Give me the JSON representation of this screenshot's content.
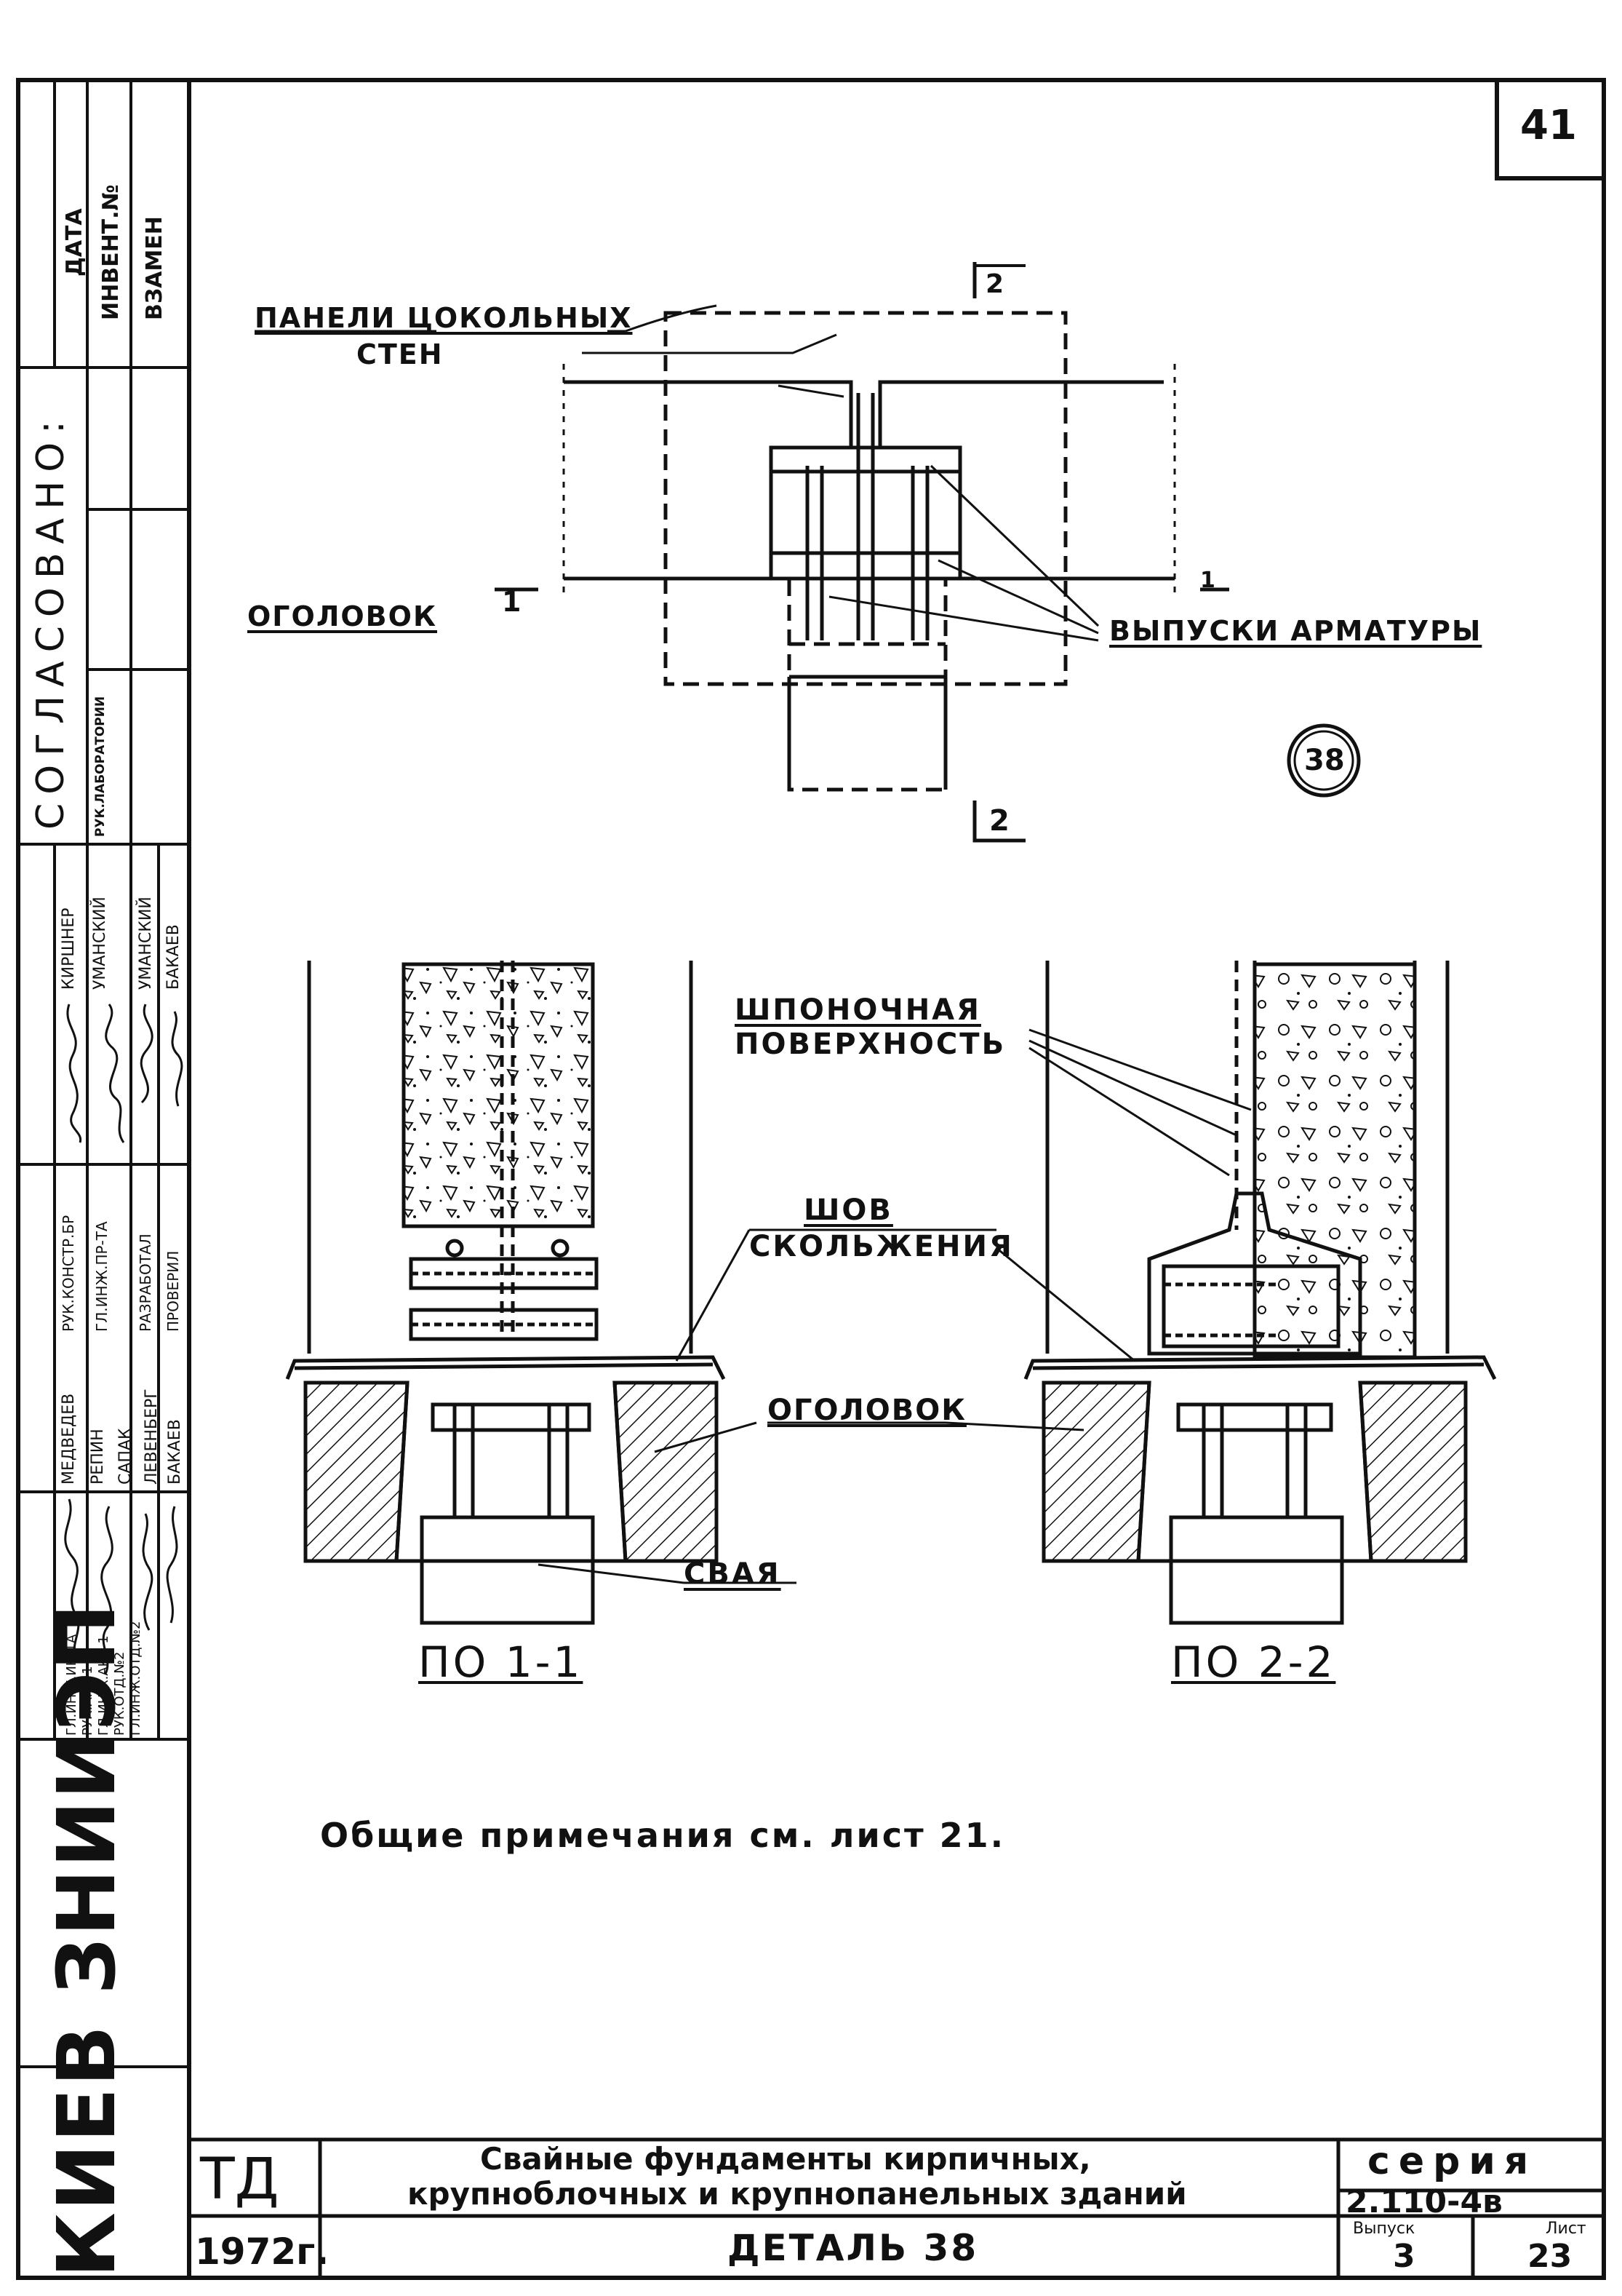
{
  "sheet_number": "41",
  "stamp": {
    "data": "ДАТА",
    "invent_no": "ИНВЕНТ.№",
    "vzamen": "ВЗАМЕН",
    "soglasovano": "СОГЛАСОВАНО:",
    "ruk_lab": "РУК.ЛАБОРАТОРИИ",
    "org": "КИЕВ ЗНИИЭП",
    "roles_a": [
      "ГЛ.ИНЖ.ИН-ТА",
      "РУК.АКБ-1",
      "ГЛ.ИНЖ.АКБ-1",
      "РУК.ОТД.№2",
      "ГЛ.ИНЖ.ОТД.№2"
    ],
    "names_a": [
      "МЕДВЕДЕВ",
      "РЕПИН",
      "САПАК",
      "ЛЕВЕНБЕРГ",
      "БАКАЕВ"
    ],
    "roles_b": [
      "РУК.КОНСТР.БР",
      "ГЛ.ИНЖ.ПР-ТА",
      "РАЗРАБОТАЛ",
      "ПРОВЕРИЛ"
    ],
    "names_b": [
      "КИРШНЕР",
      "УМАНСКИЙ",
      "УМАНСКИЙ",
      "БАКАЕВ"
    ]
  },
  "plan": {
    "label_panels_1": "ПАНЕЛИ ЦОКОЛЬНЫХ",
    "label_panels_2": "СТЕН",
    "label_ogolovok": "ОГОЛОВОК",
    "label_vypuski": "ВЫПУСКИ АРМАТУРЫ",
    "cut_1": "1",
    "cut_2": "2",
    "detail_no": "38"
  },
  "sections": {
    "shponochnaya_1": "ШПОНОЧНАЯ",
    "shponochnaya_2": "ПОВЕРХНОСТЬ",
    "shov_1": "ШОВ",
    "shov_2": "СКОЛЬЖЕНИЯ",
    "ogolovok": "ОГОЛОВОК",
    "svaya": "СВАЯ",
    "caption_1": "ПО 1-1",
    "caption_2": "ПО 2-2"
  },
  "note": "Общие примечания см. лист 21.",
  "title_block": {
    "code": "ТД",
    "year": "1972г.",
    "title_line1": "Свайные   фундаменты   кирпичных,",
    "title_line2": "крупноблочных   и   крупнопанельных  зданий",
    "detail": "ДЕТАЛЬ 38",
    "series_label": "серия",
    "series_value": "2.110-4в",
    "issue_label": "Выпуск",
    "issue_value": "3",
    "sheet_label": "Лист",
    "sheet_value": "23"
  }
}
